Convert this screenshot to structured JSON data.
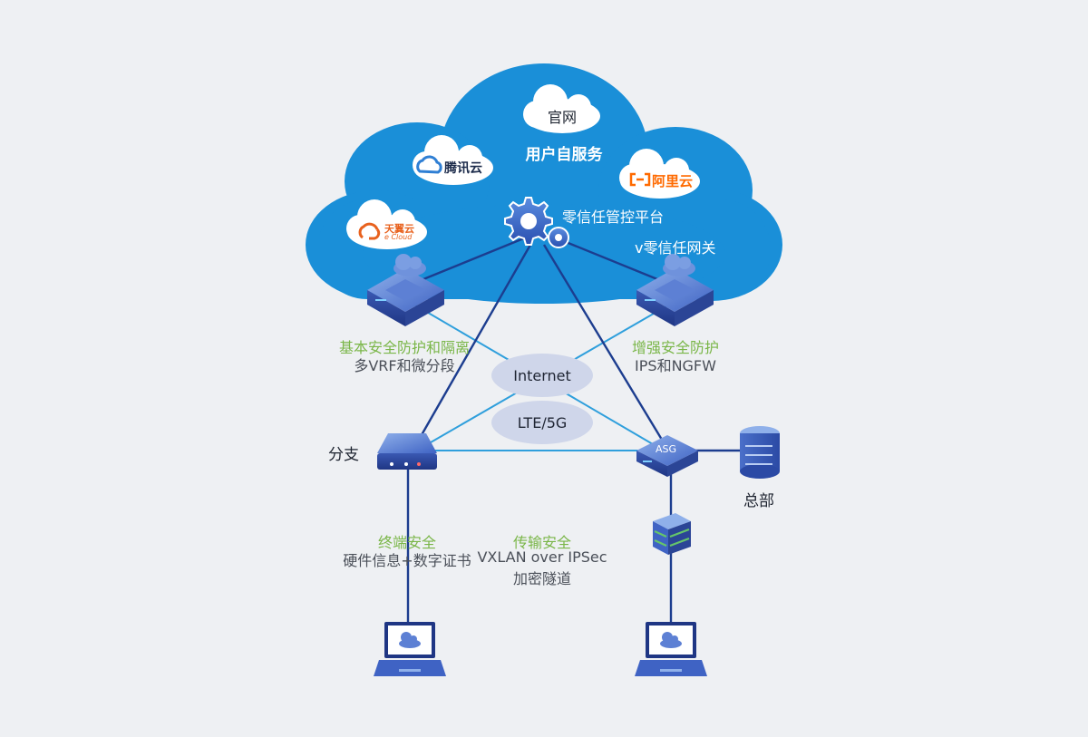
{
  "cloud": {
    "official_site": "官网",
    "self_service": "用户自服务",
    "tencent": "腾讯云",
    "aliyun": "阿里云",
    "tianyi_cn": "天翼云",
    "tianyi_en": "e Cloud",
    "platform": "零信任管控平台",
    "vgateway": "v零信任网关"
  },
  "left_device": {
    "title": "基本安全防护和隔离",
    "desc": "多VRF和微分段"
  },
  "right_device": {
    "title": "增强安全防护",
    "desc": "IPS和NGFW"
  },
  "network": {
    "internet": "Internet",
    "lte": "LTE/5G"
  },
  "branch": {
    "label": "分支"
  },
  "asg": {
    "label": "ASG"
  },
  "hq": {
    "label": "总部"
  },
  "endpoint": {
    "title": "终端安全",
    "desc": "硬件信息+数字证书"
  },
  "transport": {
    "title": "传输安全",
    "desc1": "VXLAN over IPSec",
    "desc2": "加密隧道"
  },
  "colors": {
    "cloud": "#1a8fd8",
    "link_light": "#2f9fdc",
    "link_dark": "#1c3d8f",
    "accent_green": "#7ab648",
    "aliyun_orange": "#ff6a00",
    "tencent_blue": "#2f7fd4",
    "tianyi_orange": "#e8611d"
  }
}
